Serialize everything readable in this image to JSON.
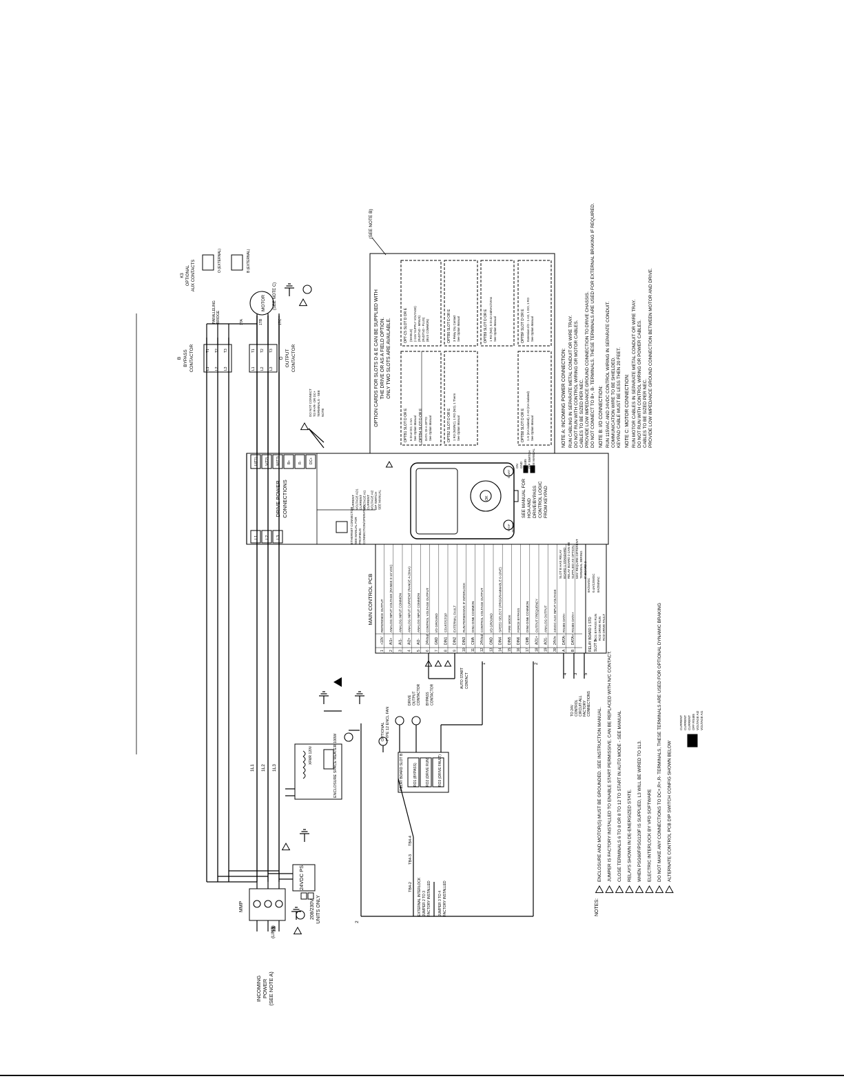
{
  "incoming": {
    "title": [
      "INCOMING",
      "POWER",
      "(SEE NOTE A)"
    ],
    "lines": [
      "(LINE)",
      "L1",
      "L2",
      "L3"
    ],
    "mmp": "MMP",
    "ps_title": "24VDC PS",
    "ps_units": [
      "208/230V",
      "UNITS ONLY"
    ]
  },
  "wires": {
    "l1": "1L1",
    "l2": "1L2",
    "l3": "1L3"
  },
  "heater": {
    "label": "ENCLOSURE SPACE HEATER 100W",
    "xfmr": "XFMR 120V",
    "fan_label": [
      "OPTIONAL",
      "TYPE 12 ENCL FAN"
    ]
  },
  "relays": {
    "title": "RELAY BOARD SLOT B",
    "rows": [
      "RO1 (BYPASS)",
      "RO2 (DRIVE RUN)",
      "RO3 (DRIVE FAULT)"
    ],
    "drive_contactor": [
      "DRIVE",
      "OUTPUT",
      "CONTACTOR"
    ],
    "bypass_contactor": [
      "BYPASS",
      "CONTACTOR"
    ]
  },
  "tb": {
    "tb2": "TB4-2",
    "tb3": "TB4-3",
    "tb4": "TB4-4",
    "ext_interlock": [
      "EXTERNAL INTERLOCK",
      "JUMPER 2 TO 3",
      "FACTORY INSTALLED"
    ],
    "jumper34": [
      "JUMPER 3 TO 4",
      "FACTORY INSTALLED"
    ],
    "wire_num": "2"
  },
  "mcpcb": {
    "title": "MAIN CONTROL PCB",
    "rows": [
      {
        "n": "1",
        "t": "+10V",
        "d": "REFERENCE OUTPUT"
      },
      {
        "n": "2",
        "t": "AI1+",
        "d": "ANALOG INPUT VOLTAGE (RANGE 0-10 VDC)"
      },
      {
        "n": "3",
        "t": "AI1-",
        "d": "ANALOG INPUT COMMON"
      },
      {
        "n": "4",
        "t": "AI2+",
        "d": "ANALOG INPUT CURRENT (RANGE 4-20mA)"
      },
      {
        "n": "5",
        "t": "AI2-",
        "d": "ANALOG INPUT COMMON"
      },
      {
        "n": "6",
        "t": "24Vout",
        "d": "CONTROL VOLTAGE OUTPUT"
      },
      {
        "n": "7",
        "t": "GND",
        "d": "I/O GROUND"
      },
      {
        "n": "8",
        "t": "DIN1",
        "d": "START/STOP"
      },
      {
        "n": "9",
        "t": "DIN2",
        "d": "EXTERNAL FAULT"
      },
      {
        "n": "10",
        "t": "DIN3",
        "d": "RUN PERMISSIVE IF INTERLOCK"
      },
      {
        "n": "11",
        "t": "CMA",
        "d": "DIN1-DIN6 COMMON"
      },
      {
        "n": "12",
        "t": "24Vout",
        "d": "CONTROL VOLTAGE OUTPUT"
      },
      {
        "n": "13",
        "t": "GND",
        "d": "I/O GROUND"
      },
      {
        "n": "14",
        "t": "DIN4",
        "d": "SPEED SELECT (PROGRAMMABLE 0-10VE)"
      },
      {
        "n": "15",
        "t": "DIN5",
        "d": "FIRE MODE"
      },
      {
        "n": "16",
        "t": "DIN6",
        "d": "FORCE BYPASS"
      },
      {
        "n": "17",
        "t": "CMB",
        "d": "DIN4-DIN6 COMMON"
      },
      {
        "n": "18",
        "t": "AO1+",
        "d": "OUTPUT FREQUENCY"
      },
      {
        "n": "19",
        "t": "AO1-",
        "d": "ANALOG OUTPUT"
      },
      {
        "n": "30",
        "t": "24Vin",
        "d": "24VDC AUX INPUT VOLTAGE"
      },
      {
        "n": "A",
        "t": "DATA-",
        "d": "RS485 DATA-"
      },
      {
        "n": "B",
        "t": "DATA+",
        "d": "RS485 DATA+"
      }
    ],
    "auto_start": [
      "AUTO START",
      "CONTACT"
    ],
    "relay_hdr": [
      "RELAY BOARD 1 STD",
      "SLOT B"
    ],
    "relay_rows": [
      "RO1 BYPASS RUN",
      "RO2 DRIVE RUN",
      "RO3 DRIVE FAULT"
    ],
    "relay_rating": [
      "8A/24VDC",
      "0.4A/125VDC",
      "8A/250VAC"
    ],
    "slot_note": [
      "SLOT B HAS RELAY",
      "BOARD 1 STANDARD",
      "RELAY BOARD 2 CAN BE",
      "SUPPLIED AS OPTION.",
      "MAY REQUIRE DIFFERENT",
      "TERMINAL WIRING",
      "IF BOARD 2"
    ],
    "to24v": [
      "TO 24V",
      "CONTROL",
      "CIRCUIT-ALL",
      "FACTORY",
      "CONNECTIONS"
    ],
    "wire_nums": [
      "4",
      "3",
      "5"
    ],
    "top_nums": [
      "1",
      "2"
    ]
  },
  "drive": {
    "title": [
      "DRIVE POWER",
      "CONNECTIONS"
    ],
    "in_terms": [
      "L1",
      "L2",
      "L3"
    ],
    "out_terms": [
      "U(T1)",
      "V(T2)",
      "W(T3)"
    ],
    "dc_terms": [
      "B+",
      "R-",
      "DC+"
    ],
    "ethernet": [
      "ETHERNET CONNECTOR",
      "SEE MANUAL FOR",
      "PROFIBUS",
      "CONNECTION/OPERATION"
    ],
    "dip1": [
      "CURRENT",
      "VOLTAGE AO1",
      "CURRENT",
      "VOLTAGE AI1",
      "CURRENT",
      "VOLTAGE AI2",
      "DIP SWITCH",
      "SEE MANUAL"
    ],
    "dip2": [
      "ON",
      "GND",
      "RS485",
      "DIP SWITCH",
      "SEE MANUAL"
    ],
    "keypad_note": [
      "SEE MANUAL FOR",
      "HOA AND",
      "DRIVE/BYPASS",
      "CONTROL LOGIC",
      "FROM KEYPAD"
    ],
    "keys": [
      "STOP",
      "RESET",
      "START",
      "OK",
      "BACK",
      "LOC/REM",
      "FUNCT"
    ]
  },
  "output": {
    "bypass_title": [
      "B",
      "BYPASS",
      "CONTACTOR"
    ],
    "output_title": [
      "O",
      "OUTPUT",
      "CONTACTOR"
    ],
    "ct_l": [
      "L1",
      "L2",
      "L3"
    ],
    "ct_t": [
      "T1",
      "T2",
      "T3"
    ],
    "motor": "MOTOR",
    "see_c": "(SEE NOTE C)",
    "paralleling": [
      "PARALLELING",
      "BRIDGE"
    ],
    "motor_terms": [
      "1TA",
      "1TB",
      "1TC"
    ],
    "do_not": [
      "DO NOT CONNECT",
      "TO R+/R- OR DC+",
      "TERMINALS - SEE",
      "NOTE"
    ],
    "aux_title": [
      "K3",
      "OPTIONAL",
      "AUX CONTACTS"
    ],
    "aux_items": [
      "O (EXTERNAL)",
      "B (EXTERNAL)"
    ]
  },
  "option": {
    "header": [
      "OPTION CARDS FOR SLOTS D & E CAN BE SUPPLIED WITH",
      "THE DRIVE OR AS A FIELD OPTION.",
      "ONLY TWO SLOTS ARE AVAILABLE."
    ],
    "see_b": "(SEE NOTE B)",
    "cards": [
      {
        "title": "OPTB1 SLOT D OR E",
        "lines": [
          "6 DI or DO, 1 mA",
          "See Option Manual"
        ]
      },
      {
        "title": "OPTB4 SLOT D OR E",
        "lines": [
          "DATA: DI-A OPTO",
          "See Option Manual"
        ]
      },
      {
        "title": "OPT-C5 SLOT D OR E",
        "lines": [
          "(SHIELD)",
          "(+24V SUPPLY VOLTAGE)",
          "(RxD/TxD - MINUS)",
          "(RxD/TxD - PLUS)",
          "(BUS COMMON)"
        ]
      },
      {
        "title": "OPTB5 SLOT D OR E",
        "lines": [
          "3 Relay Dry Contact",
          "See Option Manual"
        ]
      },
      {
        "title": "OPTB2 SLOT D OR E",
        "lines": [
          "1 RO (NO/NC), 1 RO (NO), 1 Therm",
          "See Option Manual"
        ]
      },
      {
        "title": "OPTB9 SLOT D OR E",
        "lines": [
          "1 RO (NO), 5 DI 42-240VAC/Vrms",
          "See Option Manual"
        ]
      },
      {
        "title": "OPTB8 SLOT D OR E",
        "lines": [
          "1 AI (mA isolated), 2 AO (mA isolated)",
          "See Option Manual"
        ]
      },
      {
        "title": "OPTBF SLOT D OR E",
        "lines": [
          "Extension I/O - 1 AO, 1 DO, 1 RO",
          "See Option Manual"
        ]
      }
    ]
  },
  "notes_right": {
    "a_title": "NOTE A: INCOMING POWER CONNECTION:",
    "a": [
      "RUN CABLING IN SEPARATE METAL CONDUIT OR WIRE TRAY.",
      "DO NOT RUN WITH CONTROL WIRING OR MOTOR CABLES.",
      "CABLES TO BE SIZED PER NEC.",
      "PROVIDE LOW IMPEDANCE GROUND CONNECTION TO DRIVE CHASSIS.",
      "DO NOT CONNECT TO B+, B- TERMINALS. THESE TERMINALS ARE USED FOR EXTERNAL BRAKING IF REQUIRED."
    ],
    "b_title": "NOTE B: I/O CONNECTION:",
    "b": [
      "RUN 115VAC AND 24VDC CONTROL WIRING IN SEPARATE CONDUIT.",
      "COMMUNICATION WIRE TO BE SHIELDED.",
      "KEYPAD CABLE MUST BE LESS THEN 20 FEET."
    ],
    "c_title": "NOTE C: MOTOR CONNECTION:",
    "c": [
      "RUN MOTOR CABLES IN SEPARATE METAL CONDUIT OR WIRE TRAY.",
      "DO NOT RUN WITH CONTROL WIRING OR POWER CABLES.",
      "CABLES TO BE SIZED PER NEC.",
      "PROVIDE LOW IMPEDANCE GROUND CONNECTION BETWEEN MOTOR AND DRIVE."
    ]
  },
  "notes_bottom": {
    "label": "NOTES:",
    "items": [
      {
        "n": "1",
        "t": "ENCLOSURE AND MOTOR(S) MUST BE GROUNDED. SEE INSTRUCTION MANUAL."
      },
      {
        "n": "2",
        "t": "JUMPER IS FACTORY INSTALLED TO ENABLE START PERMISSIVE. CAN BE REPLACED WITH N/C CONTACT."
      },
      {
        "n": "3",
        "t": "CLOSE TERMINALS 6 TO 8 OR 8 TO 12 TO START IN AUTO MODE - SEE MANUAL"
      },
      {
        "n": "4",
        "t": "RELAYS SHOWN IN DE-ENERGIZED STATE."
      },
      {
        "n": "5",
        "t": "WHEN PSG60F/PSG120F IS SUPPLIED, L3 WILL BE WIRED TO 1L3."
      },
      {
        "n": "6",
        "t": "ELECTRIC INTERLOCK BY VFD SOFTWARE"
      },
      {
        "n": "7",
        "t": "DO NOT MAKE ANY CONNECTIONS TO DC+,R+,R- TERMINALS, THESE TERMINALS ARE USED FOR OPTIONAL DYNAMIC BRAKING"
      },
      {
        "n": "8",
        "t": "ALTERNATE CONTROL PCB DIP SWITCH CONFIG SHOWN BELOW"
      }
    ],
    "alt_dip": [
      "CURRENT",
      "CURRENT",
      "CURRENT",
      "OFF RS485",
      "VOLTAGE AI2",
      "VOLTAGE AI1"
    ]
  }
}
